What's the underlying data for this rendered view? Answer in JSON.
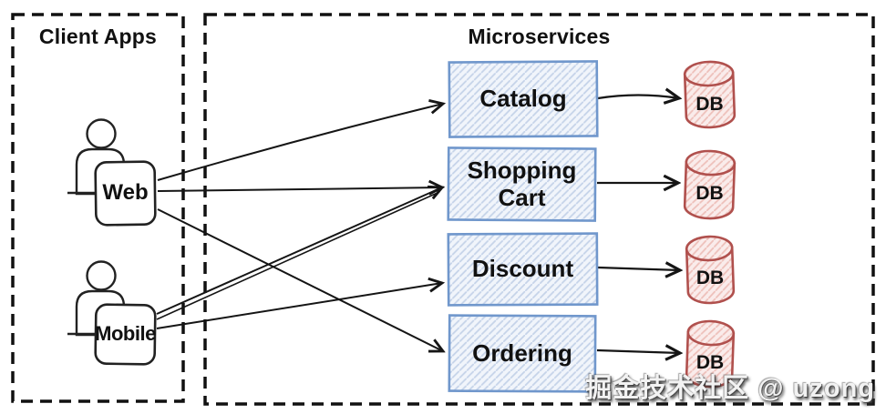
{
  "diagram": {
    "client_apps": {
      "title": "Client Apps",
      "clients": [
        {
          "label": "Web"
        },
        {
          "label": "Mobile"
        }
      ]
    },
    "microservices": {
      "title": "Microservices",
      "services": [
        {
          "label": "Catalog"
        },
        {
          "label": "Shopping Cart"
        },
        {
          "label": "Discount"
        },
        {
          "label": "Ordering"
        }
      ],
      "databases": [
        {
          "label": "DB"
        },
        {
          "label": "DB"
        },
        {
          "label": "DB"
        },
        {
          "label": "DB"
        }
      ]
    },
    "connections": [
      {
        "from": "Web",
        "to": "Catalog"
      },
      {
        "from": "Web",
        "to": "Shopping Cart"
      },
      {
        "from": "Web",
        "to": "Ordering"
      },
      {
        "from": "Mobile",
        "to": "Shopping Cart"
      },
      {
        "from": "Mobile",
        "to": "Discount"
      },
      {
        "from": "Catalog",
        "to": "DB"
      },
      {
        "from": "Shopping Cart",
        "to": "DB"
      },
      {
        "from": "Discount",
        "to": "DB"
      },
      {
        "from": "Ordering",
        "to": "DB"
      }
    ],
    "watermark": "掘金技术社区 @ uzong",
    "colors": {
      "service_fill": "#f1f5fb",
      "service_hatch": "#c5d3e9",
      "service_border": "#7097cc",
      "db_fill": "#faeceb",
      "db_hatch": "#eec0ba",
      "db_border": "#b0504d",
      "line": "#151515",
      "background": "#ffffff"
    }
  }
}
